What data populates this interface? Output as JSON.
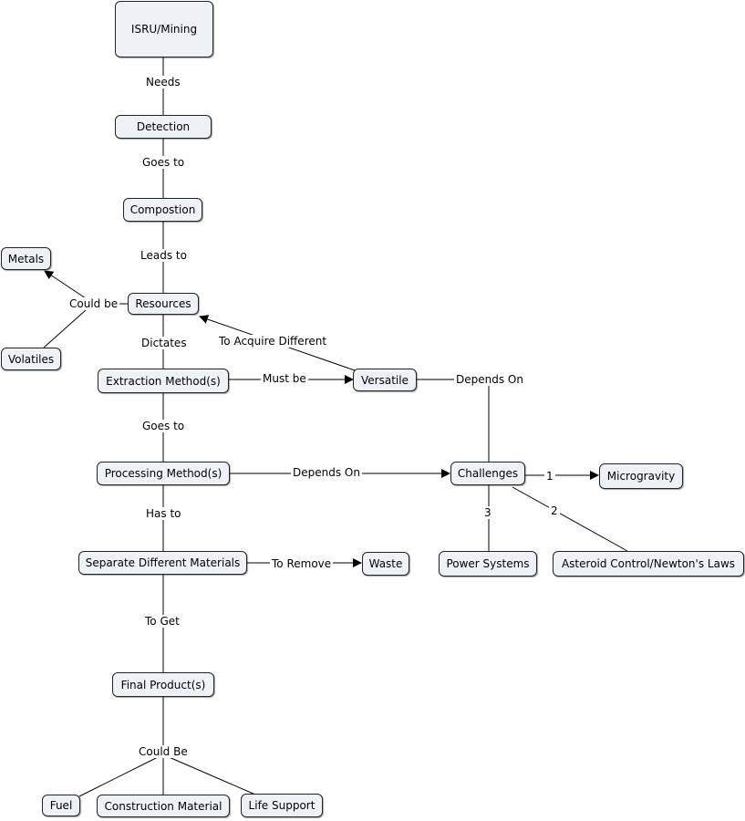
{
  "concepts": {
    "isru_mining": "ISRU/Mining",
    "detection": "Detection",
    "compostion": "Compostion",
    "resources": "Resources",
    "metals": "Metals",
    "volatiles": "Volatiles",
    "extraction": "Extraction Method(s)",
    "versatile": "Versatile",
    "processing": "Processing Method(s)",
    "challenges": "Challenges",
    "microgravity": "Microgravity",
    "power_systems": "Power Systems",
    "asteroid_control": "Asteroid Control/Newton's Laws",
    "separate": "Separate Different Materials",
    "waste": "Waste",
    "final_products": "Final Product(s)",
    "fuel": "Fuel",
    "construction": "Construction Material",
    "life_support": "Life Support"
  },
  "links": {
    "needs": "Needs",
    "goes_to_1": "Goes to",
    "leads_to": "Leads to",
    "could_be_1": "Could be",
    "dictates": "Dictates",
    "to_acquire": "To Acquire Different",
    "must_be": "Must be",
    "depends_on_1": "Depends On",
    "goes_to_2": "Goes to",
    "depends_on_2": "Depends On",
    "one": "1",
    "two": "2",
    "three": "3",
    "has_to": "Has to",
    "to_remove": "To Remove",
    "to_get": "To Get",
    "could_be_2": "Could Be"
  },
  "colors": {
    "node_fill": "#eef2f6",
    "stroke": "#000000"
  }
}
